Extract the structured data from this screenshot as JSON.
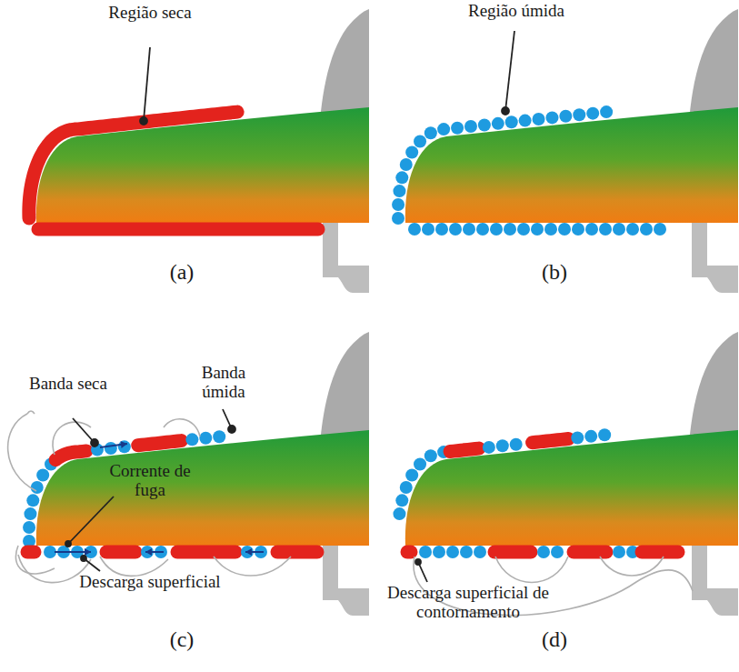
{
  "diagram": {
    "labels": [
      "Região seca",
      "Região úmida",
      "Banda seca",
      "Banda úmida",
      "Corrente de fuga",
      "Descarga superficial",
      "Descarga superficial de contornamento",
      "(a)",
      "(b)",
      "(c)",
      "(d)"
    ]
  }
}
